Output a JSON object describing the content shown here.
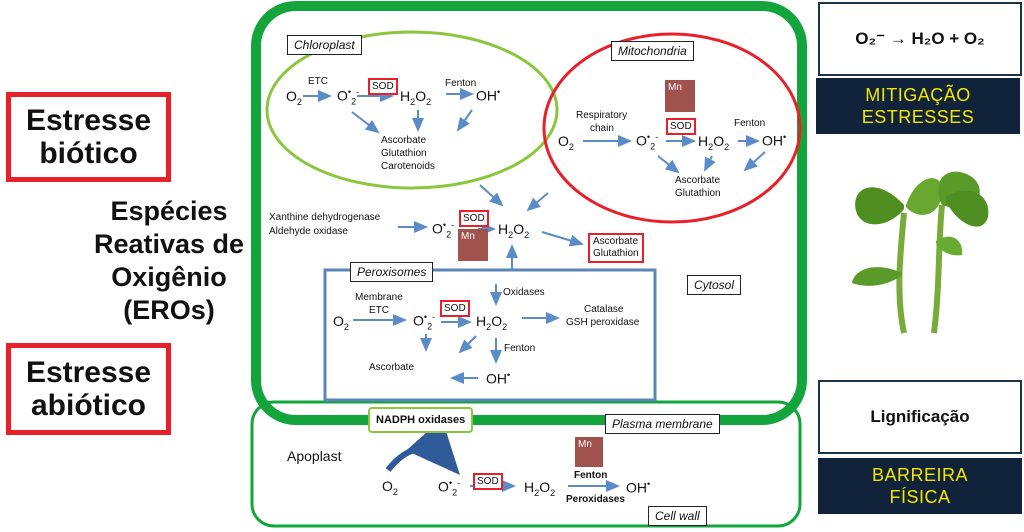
{
  "left": {
    "biotic": "Estresse biótico",
    "abiotic": "Estresse abiótico",
    "ros_title": "Espécies Reativas de Oxigênio (EROs)"
  },
  "diagram": {
    "chloroplast": {
      "label": "Chloroplast",
      "etc": "ETC",
      "fenton": "Fenton",
      "sod": "SOD",
      "products": [
        "Ascorbate",
        "Glutathion",
        "Carotenoids"
      ]
    },
    "mitochondria": {
      "label": "Mitochondria",
      "respiratory": [
        "Respiratory",
        "chain"
      ],
      "fenton": "Fenton",
      "sod": "SOD",
      "mn": "Mn",
      "products": [
        "Ascorbate",
        "Glutathion"
      ]
    },
    "cytosol": {
      "label": "Cytosol",
      "sources": [
        "Xanthine dehydrogenase",
        "Aldehyde oxidase"
      ],
      "sod": "SOD",
      "mn": "Mn",
      "products": [
        "Ascorbate",
        "Glutathion"
      ]
    },
    "peroxisomes": {
      "label": "Peroxisomes",
      "membrane": [
        "Membrane",
        "ETC"
      ],
      "sod": "SOD",
      "oxidases": "Oxidases",
      "fenton": "Fenton",
      "catalase": [
        "Catalase",
        "GSH peroxidase"
      ],
      "ascorbate": "Ascorbate"
    },
    "apoplast": {
      "label": "Apoplast",
      "nadph": "NADPH oxidases",
      "plasma": "Plasma membrane",
      "cellwall": "Cell wall",
      "sod": "SOD",
      "mn": "Mn",
      "fenton": "Fenton",
      "peroxidases": "Peroxidases"
    }
  },
  "right": {
    "reaction": "O₂⁻ → H₂O + O₂",
    "mitigation": [
      "MITIGAÇÃO",
      "ESTRESSES"
    ],
    "lignification": "Lignificação",
    "barrier": [
      "BARREIRA",
      "FÍSICA"
    ]
  },
  "colors": {
    "cell_green": "#14a43c",
    "chloroplast_green": "#8cc63f",
    "mito_red": "#e8202a",
    "perox_blue": "#5b86b8",
    "arrow_blue": "#5b8cc8",
    "dark_panel": "#10233a",
    "yellow_text": "#f2e600"
  }
}
